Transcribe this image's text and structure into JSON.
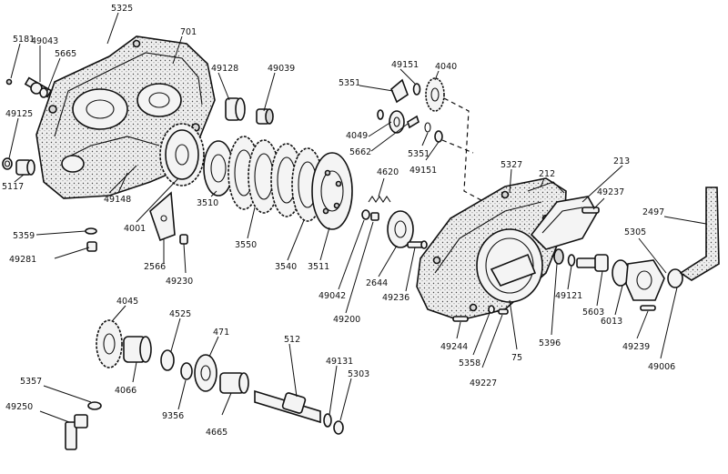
{
  "labels": [
    {
      "id": "5325",
      "text": "5325"
    },
    {
      "id": "5181",
      "text": "5181"
    },
    {
      "id": "49043",
      "text": "49043"
    },
    {
      "id": "5665",
      "text": "5665"
    },
    {
      "id": "701",
      "text": "701"
    },
    {
      "id": "49128",
      "text": "49128"
    },
    {
      "id": "49039",
      "text": "49039"
    },
    {
      "id": "5351a",
      "text": "5351"
    },
    {
      "id": "49151a",
      "text": "49151"
    },
    {
      "id": "4040",
      "text": "4040"
    },
    {
      "id": "4049",
      "text": "4049"
    },
    {
      "id": "5662",
      "text": "5662"
    },
    {
      "id": "5351b",
      "text": "5351"
    },
    {
      "id": "49151b",
      "text": "49151"
    },
    {
      "id": "49125",
      "text": "49125"
    },
    {
      "id": "5117",
      "text": "5117"
    },
    {
      "id": "49148",
      "text": "49148"
    },
    {
      "id": "4001",
      "text": "4001"
    },
    {
      "id": "3510",
      "text": "3510"
    },
    {
      "id": "3550",
      "text": "3550"
    },
    {
      "id": "3540",
      "text": "3540"
    },
    {
      "id": "3511",
      "text": "3511"
    },
    {
      "id": "4620",
      "text": "4620"
    },
    {
      "id": "49042",
      "text": "49042"
    },
    {
      "id": "49200",
      "text": "49200"
    },
    {
      "id": "2644",
      "text": "2644"
    },
    {
      "id": "49236",
      "text": "49236"
    },
    {
      "id": "5327",
      "text": "5327"
    },
    {
      "id": "212",
      "text": "212"
    },
    {
      "id": "213",
      "text": "213"
    },
    {
      "id": "49237",
      "text": "49237"
    },
    {
      "id": "2497",
      "text": "2497"
    },
    {
      "id": "5305",
      "text": "5305"
    },
    {
      "id": "5359",
      "text": "5359"
    },
    {
      "id": "49281",
      "text": "49281"
    },
    {
      "id": "2566",
      "text": "2566"
    },
    {
      "id": "49230",
      "text": "49230"
    },
    {
      "id": "49121",
      "text": "49121"
    },
    {
      "id": "5603",
      "text": "5603"
    },
    {
      "id": "6013",
      "text": "6013"
    },
    {
      "id": "49239",
      "text": "49239"
    },
    {
      "id": "49006",
      "text": "49006"
    },
    {
      "id": "5396",
      "text": "5396"
    },
    {
      "id": "75",
      "text": "75"
    },
    {
      "id": "49244",
      "text": "49244"
    },
    {
      "id": "5358",
      "text": "5358"
    },
    {
      "id": "49227",
      "text": "49227"
    },
    {
      "id": "4045",
      "text": "4045"
    },
    {
      "id": "4525",
      "text": "4525"
    },
    {
      "id": "471",
      "text": "471"
    },
    {
      "id": "512",
      "text": "512"
    },
    {
      "id": "49131",
      "text": "49131"
    },
    {
      "id": "5303",
      "text": "5303"
    },
    {
      "id": "4066",
      "text": "4066"
    },
    {
      "id": "9356",
      "text": "9356"
    },
    {
      "id": "4665",
      "text": "4665"
    },
    {
      "id": "5357",
      "text": "5357"
    },
    {
      "id": "49250",
      "text": "49250"
    }
  ]
}
